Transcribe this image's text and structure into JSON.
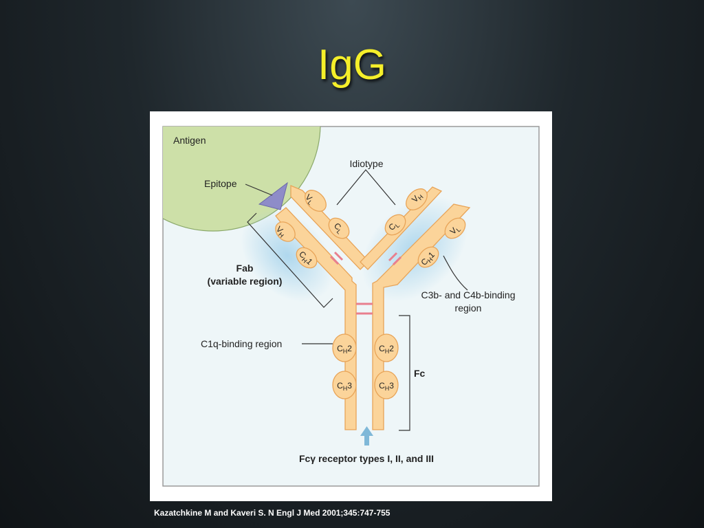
{
  "slide": {
    "title": "IgG",
    "citation": "Kazatchkine M and Kaveri S. N Engl J Med 2001;345:747-755"
  },
  "diagram": {
    "antigen_label": "Antigen",
    "epitope_label": "Epitope",
    "idiotype_label": "Idiotype",
    "fab_label_line1": "Fab",
    "fab_label_line2": "(variable region)",
    "c1q_label": "C1q-binding region",
    "c3b_label_line1": "C3b- and C4b-binding",
    "c3b_label_line2": "region",
    "fc_label": "Fc",
    "receptor_label": "Fcγ receptor types I, II, and III",
    "domains": {
      "vl": "V",
      "vl_sub": "L",
      "vh": "V",
      "vh_sub": "H",
      "cl": "C",
      "cl_sub": "L",
      "ch1": "C",
      "ch1_sub": "H",
      "ch1_num": "1",
      "ch2": "C",
      "ch2_sub": "H",
      "ch2_num": "2",
      "ch3": "C",
      "ch3_sub": "H",
      "ch3_num": "3"
    },
    "colors": {
      "antibody_fill": "#fbd49a",
      "antibody_stroke": "#e8a458",
      "antigen_fill": "#cde0a8",
      "epitope_fill": "#8e8cc8",
      "disulfide": "#e87f8e",
      "background": "#eef6f8",
      "glow": "#a8d4ec",
      "arrow": "#7fb8d8"
    }
  }
}
